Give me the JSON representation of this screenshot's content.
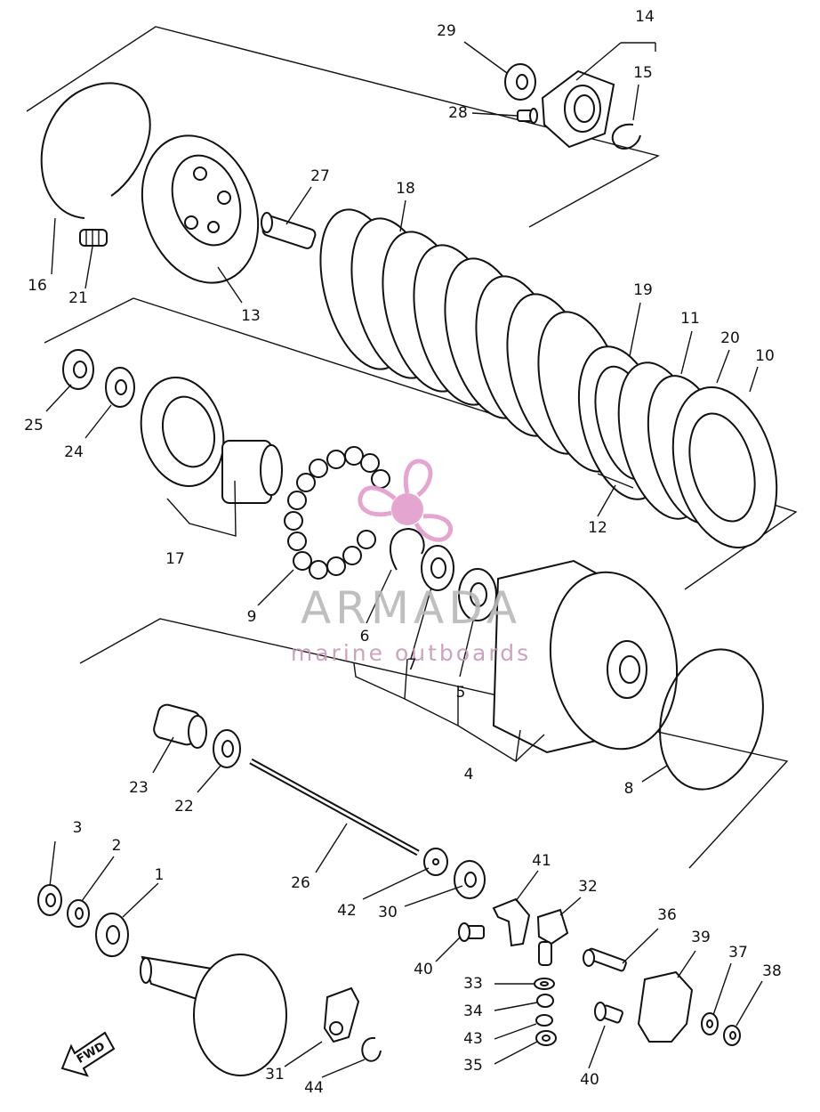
{
  "diagram": {
    "callouts": [
      {
        "id": "1",
        "text": "1"
      },
      {
        "id": "2",
        "text": "2"
      },
      {
        "id": "3",
        "text": "3"
      },
      {
        "id": "4",
        "text": "4"
      },
      {
        "id": "5",
        "text": "5"
      },
      {
        "id": "6",
        "text": "6"
      },
      {
        "id": "7",
        "text": "7"
      },
      {
        "id": "8",
        "text": "8"
      },
      {
        "id": "9",
        "text": "9"
      },
      {
        "id": "10",
        "text": "10"
      },
      {
        "id": "11",
        "text": "11"
      },
      {
        "id": "12",
        "text": "12"
      },
      {
        "id": "13",
        "text": "13"
      },
      {
        "id": "14",
        "text": "14"
      },
      {
        "id": "15",
        "text": "15"
      },
      {
        "id": "16",
        "text": "16"
      },
      {
        "id": "17",
        "text": "17"
      },
      {
        "id": "18",
        "text": "18"
      },
      {
        "id": "19",
        "text": "19"
      },
      {
        "id": "20",
        "text": "20"
      },
      {
        "id": "21",
        "text": "21"
      },
      {
        "id": "22",
        "text": "22"
      },
      {
        "id": "23",
        "text": "23"
      },
      {
        "id": "24",
        "text": "24"
      },
      {
        "id": "25",
        "text": "25"
      },
      {
        "id": "26",
        "text": "26"
      },
      {
        "id": "27",
        "text": "27"
      },
      {
        "id": "28",
        "text": "28"
      },
      {
        "id": "29",
        "text": "29"
      },
      {
        "id": "30",
        "text": "30"
      },
      {
        "id": "31",
        "text": "31"
      },
      {
        "id": "32",
        "text": "32"
      },
      {
        "id": "33",
        "text": "33"
      },
      {
        "id": "34",
        "text": "34"
      },
      {
        "id": "35",
        "text": "35"
      },
      {
        "id": "36",
        "text": "36"
      },
      {
        "id": "37",
        "text": "37"
      },
      {
        "id": "38",
        "text": "38"
      },
      {
        "id": "39",
        "text": "39"
      },
      {
        "id": "40a",
        "text": "40"
      },
      {
        "id": "40b",
        "text": "40"
      },
      {
        "id": "41",
        "text": "41"
      },
      {
        "id": "42",
        "text": "42"
      },
      {
        "id": "43",
        "text": "43"
      },
      {
        "id": "44",
        "text": "44"
      }
    ],
    "direction_arrow": "FWD"
  },
  "watermark": {
    "brand": "ARMADA",
    "tagline": "marine outboards",
    "colors": {
      "brand_text": "#b9b9b9",
      "tagline_text": "#c79ab9",
      "logo": "#e39ccd"
    }
  }
}
